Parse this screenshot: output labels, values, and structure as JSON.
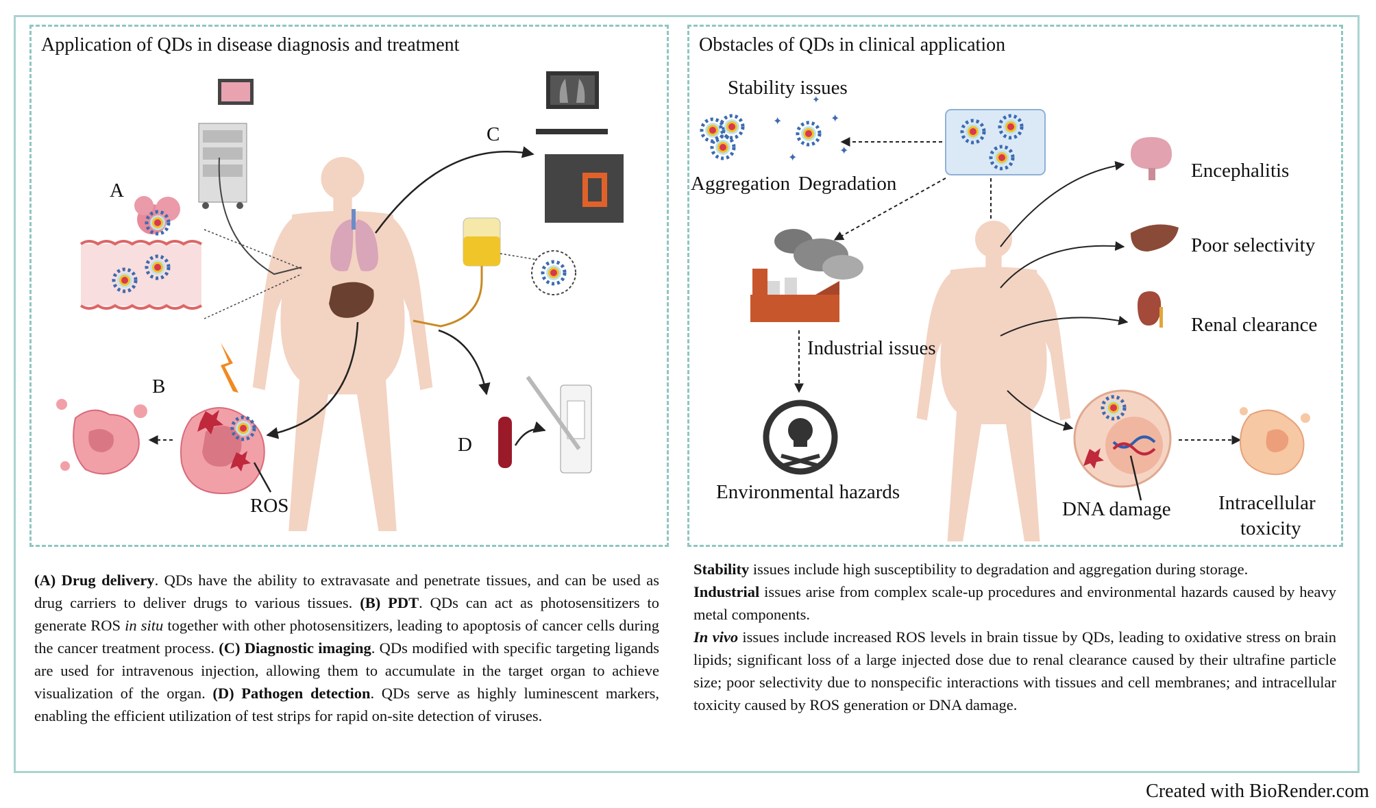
{
  "left_panel": {
    "title": "Application of QDs in disease diagnosis and treatment",
    "labels": {
      "a": "A",
      "b": "B",
      "c": "C",
      "d": "D",
      "ros": "ROS"
    }
  },
  "right_panel": {
    "title": "Obstacles of QDs in clinical application",
    "stability_title": "Stability issues",
    "aggregation": "Aggregation",
    "degradation": "Degradation",
    "industrial": "Industrial issues",
    "environmental": "Environmental hazards",
    "encephalitis": "Encephalitis",
    "poor_selectivity": "Poor selectivity",
    "renal_clearance": "Renal clearance",
    "dna_damage": "DNA damage",
    "intracellular_1": "Intracellular",
    "intracellular_2": "toxicity"
  },
  "caption_left": {
    "a_head": "(A) Drug delivery",
    "a_text": ". QDs have the ability to extravasate and penetrate tissues, and can be used as drug carriers to deliver drugs to various tissues.",
    "b_head": "(B) PDT",
    "b_text1": ". QDs can act as photosensitizers to generate ROS ",
    "b_italic": "in situ",
    "b_text2": " together with other photosensitizers, leading to apoptosis of cancer cells during the cancer treatment process.",
    "c_head": "(C) Diagnostic imaging",
    "c_text": ". QDs modified with specific targeting ligands are used for intravenous injection, allowing them to accumulate in the target organ to achieve visualization of the organ.",
    "d_head": "(D) Pathogen detection",
    "d_text": ". QDs serve as highly luminescent markers, enabling the efficient utilization of test strips for rapid on-site detection of viruses."
  },
  "caption_right": {
    "s_head": "Stability",
    "s_text": " issues include high susceptibility to degradation and aggregation during storage.",
    "i_head": "Industrial",
    "i_text": " issues arise from complex scale-up procedures and environmental hazards caused by heavy metal components.",
    "v_head": "In vivo",
    "v_text": " issues include increased ROS levels in brain tissue by QDs, leading to oxidative stress on brain lipids; significant loss of a large injected dose due to renal clearance caused by their ultrafine particle size; poor selectivity due to nonspecific interactions with tissues and cell membranes; and intracellular toxicity caused by ROS generation or DNA damage."
  },
  "footer": "Created with BioRender.com",
  "colors": {
    "border": "#a9d4d0",
    "dash": "#8fc6c1",
    "body": "#f3d3c2",
    "qd_core": "#d8384f",
    "qd_ring": "#f0c12a",
    "qd_ligand": "#3d6bb0"
  }
}
